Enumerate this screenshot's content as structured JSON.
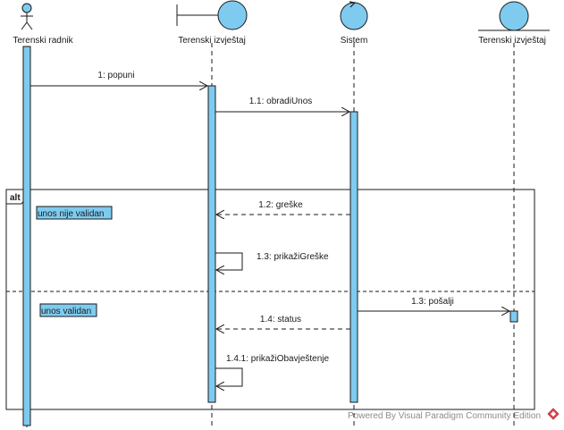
{
  "participants": {
    "actor": "Terenski radnik",
    "boundary": "Terenski izvještaj",
    "control": "Sistem",
    "entity": "Terenski izvještaj"
  },
  "messages": {
    "m1": "1: popuni",
    "m11": "1.1: obradiUnos",
    "m12": "1.2: greške",
    "m13": "1.3: prikažiGreške",
    "m13b": "1.3: pošalji",
    "m14": "1.4: status",
    "m141": "1.4.1: prikažiObavještenje"
  },
  "fragment": {
    "operator": "alt",
    "guard1": "unos nije validan",
    "guard2": "unos validan"
  },
  "watermark": {
    "text": "Powered By  Visual Paradigm Community Edition"
  },
  "colors": {
    "activation": "#7ecbef",
    "participant_fill": "#7ecbef",
    "line": "#1a1a1a",
    "logo": "#e0444d"
  }
}
